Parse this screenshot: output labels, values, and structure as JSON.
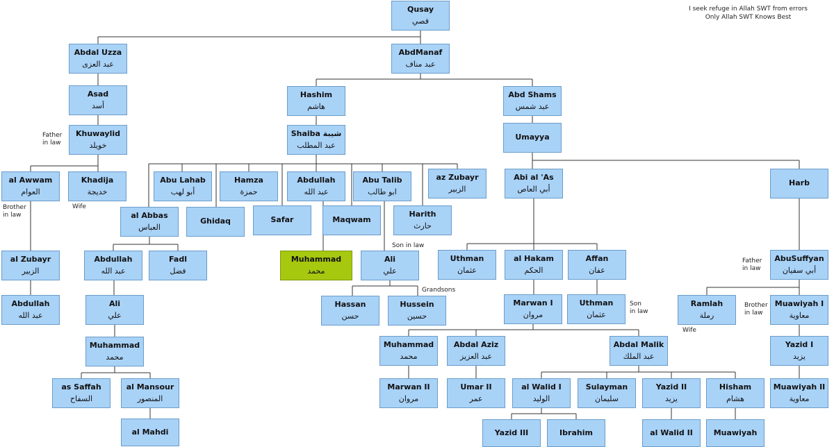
{
  "disclaimer": [
    "I seek refuge in Allah SWT from errors",
    "Only Allah SWT Knows Best"
  ],
  "nodes": [
    {
      "id": "qusay",
      "name": "Qusay",
      "arabic": "قصي"
    },
    {
      "id": "abdaluzza",
      "name": "Abdal Uzza",
      "arabic": "عبد العزى"
    },
    {
      "id": "abdmanaf",
      "name": "AbdManaf",
      "arabic": "عبد مناف"
    },
    {
      "id": "asad",
      "name": "Asad",
      "arabic": "أسد"
    },
    {
      "id": "hashim",
      "name": "Hashim",
      "arabic": "هاشم"
    },
    {
      "id": "abdshams",
      "name": "Abd Shams",
      "arabic": "عبد شمس"
    },
    {
      "id": "khuwaylid",
      "name": "Khuwaylid",
      "arabic": "خويلد"
    },
    {
      "id": "shaiba",
      "name": "Shaiba شيبة",
      "arabic": "عبد المطلب"
    },
    {
      "id": "umayya",
      "name": "Umayya",
      "arabic": ""
    },
    {
      "id": "alawwam",
      "name": "al Awwam",
      "arabic": "العوام"
    },
    {
      "id": "khadija",
      "name": "Khadija",
      "arabic": "خديجة"
    },
    {
      "id": "abulahab",
      "name": "Abu Lahab",
      "arabic": "أبو لهب"
    },
    {
      "id": "hamza",
      "name": "Hamza",
      "arabic": "حمزة"
    },
    {
      "id": "abdullah_f",
      "name": "Abdullah",
      "arabic": "عبد الله"
    },
    {
      "id": "abutalib",
      "name": "Abu Talib",
      "arabic": "ابو طالب"
    },
    {
      "id": "azzubayr",
      "name": "az Zubayr",
      "arabic": "الزبير"
    },
    {
      "id": "abialas",
      "name": "Abi al 'As",
      "arabic": "أبي العاص"
    },
    {
      "id": "harb",
      "name": "Harb",
      "arabic": ""
    },
    {
      "id": "alabbas",
      "name": "al Abbas",
      "arabic": "العباس"
    },
    {
      "id": "ghidaq",
      "name": "Ghidaq",
      "arabic": ""
    },
    {
      "id": "safar",
      "name": "Safar",
      "arabic": ""
    },
    {
      "id": "maqwam",
      "name": "Maqwam",
      "arabic": ""
    },
    {
      "id": "harith",
      "name": "Harith",
      "arabic": "حارث"
    },
    {
      "id": "alzubayr",
      "name": "al Zubayr",
      "arabic": "الزبير"
    },
    {
      "id": "abdullah_a",
      "name": "Abdullah",
      "arabic": "عبد الله"
    },
    {
      "id": "fadl",
      "name": "Fadl",
      "arabic": "فضل"
    },
    {
      "id": "muhammad",
      "name": "Muhammad",
      "arabic": "محمد",
      "highlight": true
    },
    {
      "id": "ali",
      "name": "Ali",
      "arabic": "علي"
    },
    {
      "id": "uthman",
      "name": "Uthman",
      "arabic": "عثمان"
    },
    {
      "id": "alhakam",
      "name": "al Hakam",
      "arabic": "الحكم"
    },
    {
      "id": "affan",
      "name": "Affan",
      "arabic": "عفان"
    },
    {
      "id": "abusuffyan",
      "name": "AbuSuffyan",
      "arabic": "أبي سفيان"
    },
    {
      "id": "abdullah_z",
      "name": "Abdullah",
      "arabic": "عبد الله"
    },
    {
      "id": "ali_a",
      "name": "Ali",
      "arabic": "علي"
    },
    {
      "id": "hassan",
      "name": "Hassan",
      "arabic": "حسن"
    },
    {
      "id": "hussein",
      "name": "Hussein",
      "arabic": "حسين"
    },
    {
      "id": "marwan1",
      "name": "Marwan I",
      "arabic": "مروان"
    },
    {
      "id": "uthman2",
      "name": "Uthman",
      "arabic": "عثمان"
    },
    {
      "id": "ramlah",
      "name": "Ramlah",
      "arabic": "رملة"
    },
    {
      "id": "muawiyah1",
      "name": "Muawiyah I",
      "arabic": "معاوية"
    },
    {
      "id": "muhammad_a",
      "name": "Muhammad",
      "arabic": "محمد"
    },
    {
      "id": "muhammad_m",
      "name": "Muhammad",
      "arabic": "محمد"
    },
    {
      "id": "abdalaziz",
      "name": "Abdal Aziz",
      "arabic": "عبد العزيز"
    },
    {
      "id": "abdalmalik",
      "name": "Abdal Malik",
      "arabic": "عبد الملك"
    },
    {
      "id": "yazid1",
      "name": "Yazid I",
      "arabic": "يزيد"
    },
    {
      "id": "assaffah",
      "name": "as Saffah",
      "arabic": "السفاح"
    },
    {
      "id": "almansour",
      "name": "al Mansour",
      "arabic": "المنصور"
    },
    {
      "id": "marwan2",
      "name": "Marwan II",
      "arabic": "مروان"
    },
    {
      "id": "umar2",
      "name": "Umar II",
      "arabic": "عمر"
    },
    {
      "id": "alwalid1",
      "name": "al Walid I",
      "arabic": "الوليد"
    },
    {
      "id": "sulayman",
      "name": "Sulayman",
      "arabic": "سليمان"
    },
    {
      "id": "yazid2",
      "name": "Yazid II",
      "arabic": "يزيد"
    },
    {
      "id": "hisham",
      "name": "Hisham",
      "arabic": "هشام"
    },
    {
      "id": "muawiyah2",
      "name": "Muawiyah II",
      "arabic": "معاوية"
    },
    {
      "id": "almahdi",
      "name": "al Mahdi",
      "arabic": ""
    },
    {
      "id": "yazid3",
      "name": "Yazid III",
      "arabic": ""
    },
    {
      "id": "ibrahim",
      "name": "Ibrahim",
      "arabic": ""
    },
    {
      "id": "alwalid2",
      "name": "al Walid II",
      "arabic": ""
    },
    {
      "id": "muawiyah",
      "name": "Muawiyah",
      "arabic": ""
    }
  ],
  "notes": [
    {
      "id": "father-in-law-left",
      "text": "Father\nin law"
    },
    {
      "id": "brother-in-law-left",
      "text": "Brother\nin law"
    },
    {
      "id": "wife-left",
      "text": "Wife"
    },
    {
      "id": "son-in-law-ali",
      "text": "Son in law"
    },
    {
      "id": "grandsons",
      "text": "Grandsons"
    },
    {
      "id": "son-in-law-uthman",
      "text": "Son\nin law"
    },
    {
      "id": "father-in-law-right",
      "text": "Father\nin law"
    },
    {
      "id": "brother-in-law-right",
      "text": "Brother\nin law"
    },
    {
      "id": "wife-right",
      "text": "Wife"
    }
  ]
}
